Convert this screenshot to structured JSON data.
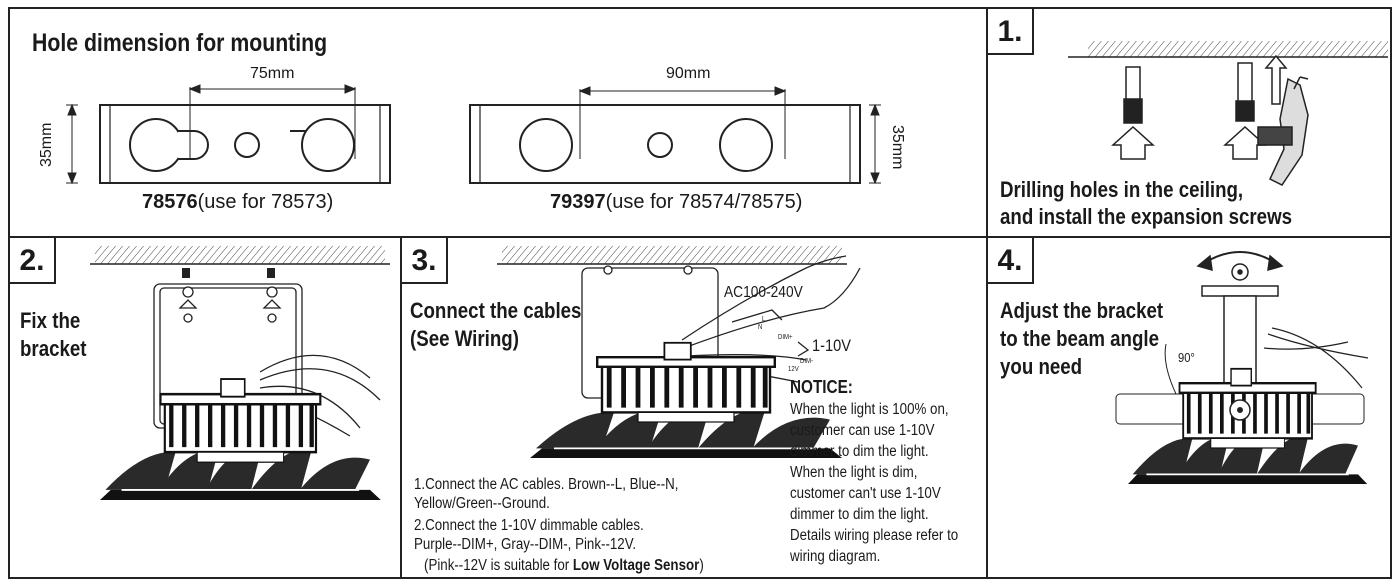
{
  "hole_panel": {
    "title": "Hole dimension for mounting",
    "bracket_a": {
      "width_label": "75mm",
      "height_label": "35mm",
      "model": "78576",
      "use": "(use for 78573)"
    },
    "bracket_b": {
      "width_label": "90mm",
      "height_label": "35mm",
      "model": "79397",
      "use": "(use for 78574/78575)"
    }
  },
  "step1": {
    "number": "1.",
    "caption_line1": "Drilling holes in the ceiling,",
    "caption_line2": "and install the expansion screws"
  },
  "step2": {
    "number": "2.",
    "caption_line1": "Fix the",
    "caption_line2": "bracket"
  },
  "step3": {
    "number": "3.",
    "heading_line1": "Connect the cables",
    "heading_line2": "(See Wiring)",
    "ac_label": "AC100-240V",
    "dim_label": "1-10V",
    "wire_l": "L",
    "wire_n": "N",
    "wire_dim_plus": "DIM+",
    "wire_dim_minus": "DIM-",
    "wire_12v": "12V",
    "instructions": [
      "1.Connect the AC cables. Brown--L, Blue--N,",
      "   Yellow/Green--Ground.",
      "2.Connect the 1-10V dimmable cables.",
      "   Purple--DIM+, Gray--DIM-, Pink--12V."
    ],
    "note_prefix": "(Pink--12V is suitable for ",
    "note_bold": "Low Voltage Sensor",
    "note_suffix": ")",
    "notice_title": "NOTICE:",
    "notice_lines": [
      "When the light is 100% on,",
      "customer can use 1-10V",
      "dimmer to dim the light.",
      "When the light is dim,",
      "customer can't use 1-10V",
      "dimmer to dim the light.",
      "Details wiring please refer to",
      "wiring diagram."
    ]
  },
  "step4": {
    "number": "4.",
    "caption_line1": "Adjust the bracket",
    "caption_line2": "to the beam angle",
    "caption_line3": "you need",
    "angle_label": "90°"
  }
}
